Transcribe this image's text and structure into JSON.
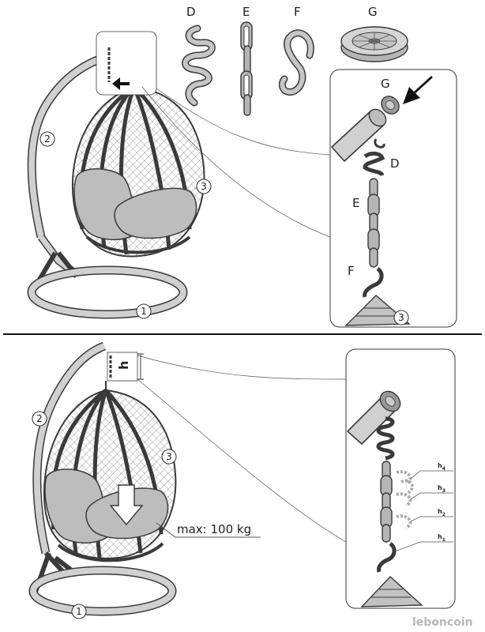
{
  "parts": {
    "D": "D",
    "E": "E",
    "F": "F",
    "G": "G"
  },
  "callouts": {
    "base": "1",
    "stand": "2",
    "chair": "3"
  },
  "height_label": "h",
  "height_marks": [
    {
      "base": "h",
      "sub": "4"
    },
    {
      "base": "h",
      "sub": "3"
    },
    {
      "base": "h",
      "sub": "2"
    },
    {
      "base": "h",
      "sub": "1"
    }
  ],
  "max_load": "max: 100 kg",
  "watermark": "leboncoin"
}
